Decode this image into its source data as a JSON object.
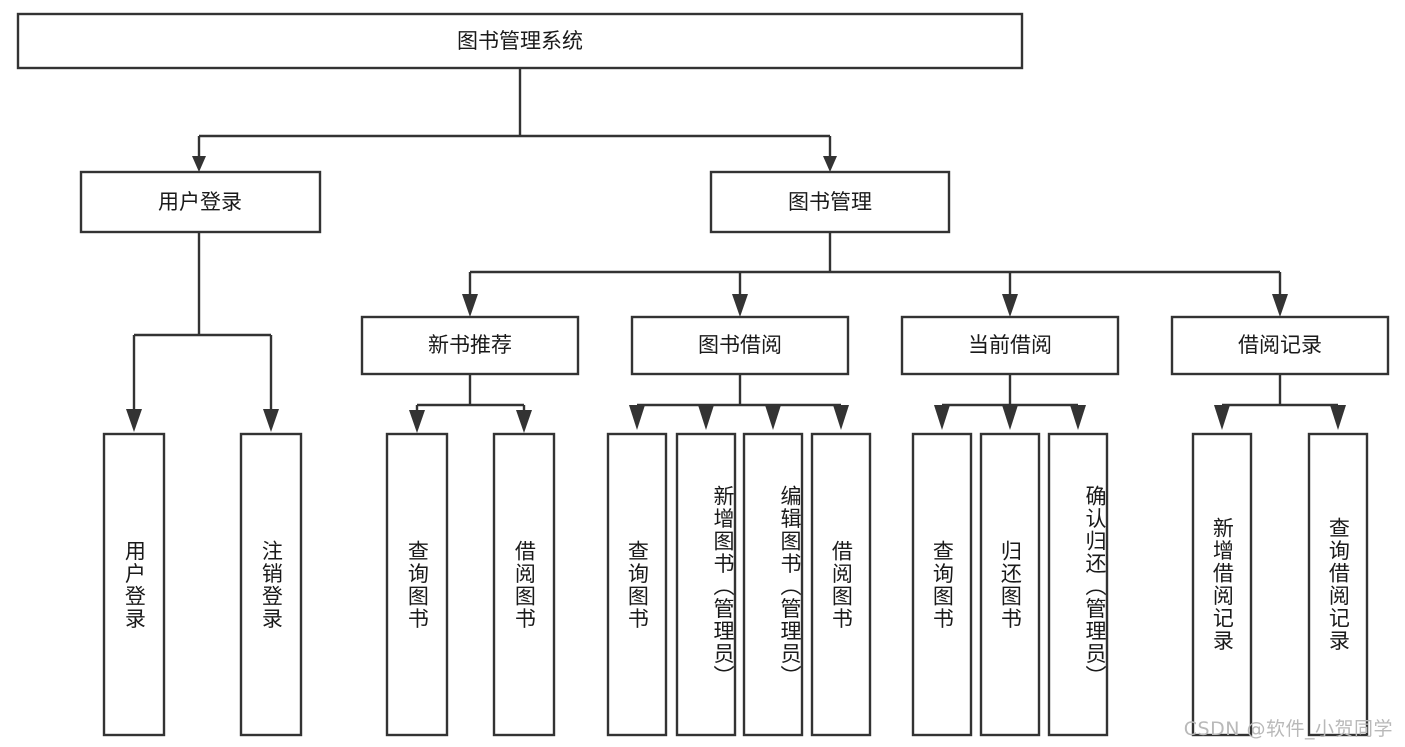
{
  "diagram": {
    "title": "图书管理系统",
    "type": "tree-hierarchy",
    "root": {
      "label": "图书管理系统"
    },
    "level2": [
      {
        "label": "用户登录"
      },
      {
        "label": "图书管理"
      }
    ],
    "level3": [
      {
        "label": "新书推荐"
      },
      {
        "label": "图书借阅"
      },
      {
        "label": "当前借阅"
      },
      {
        "label": "借阅记录"
      }
    ],
    "leaves": {
      "user_login": [
        {
          "label": "用户登录"
        },
        {
          "label": "注销登录"
        }
      ],
      "new_book_recommend": [
        {
          "label": "查询图书"
        },
        {
          "label": "借阅图书"
        }
      ],
      "book_borrow": [
        {
          "label": "查询图书"
        },
        {
          "label": "新增图书（管理员）"
        },
        {
          "label": "编辑图书（管理员）"
        },
        {
          "label": "借阅图书"
        }
      ],
      "current_borrow": [
        {
          "label": "查询图书"
        },
        {
          "label": "归还图书"
        },
        {
          "label": "确认归还（管理员）"
        }
      ],
      "borrow_record": [
        {
          "label": "新增借阅记录"
        },
        {
          "label": "查询借阅记录"
        }
      ]
    }
  },
  "watermark": {
    "text": "CSDN @软件_小贺同学"
  },
  "colors": {
    "box_stroke": "#333333",
    "box_fill": "#ffffff",
    "text": "#1a1a1a",
    "watermark": "#b9b9b9",
    "background": "#ffffff"
  }
}
